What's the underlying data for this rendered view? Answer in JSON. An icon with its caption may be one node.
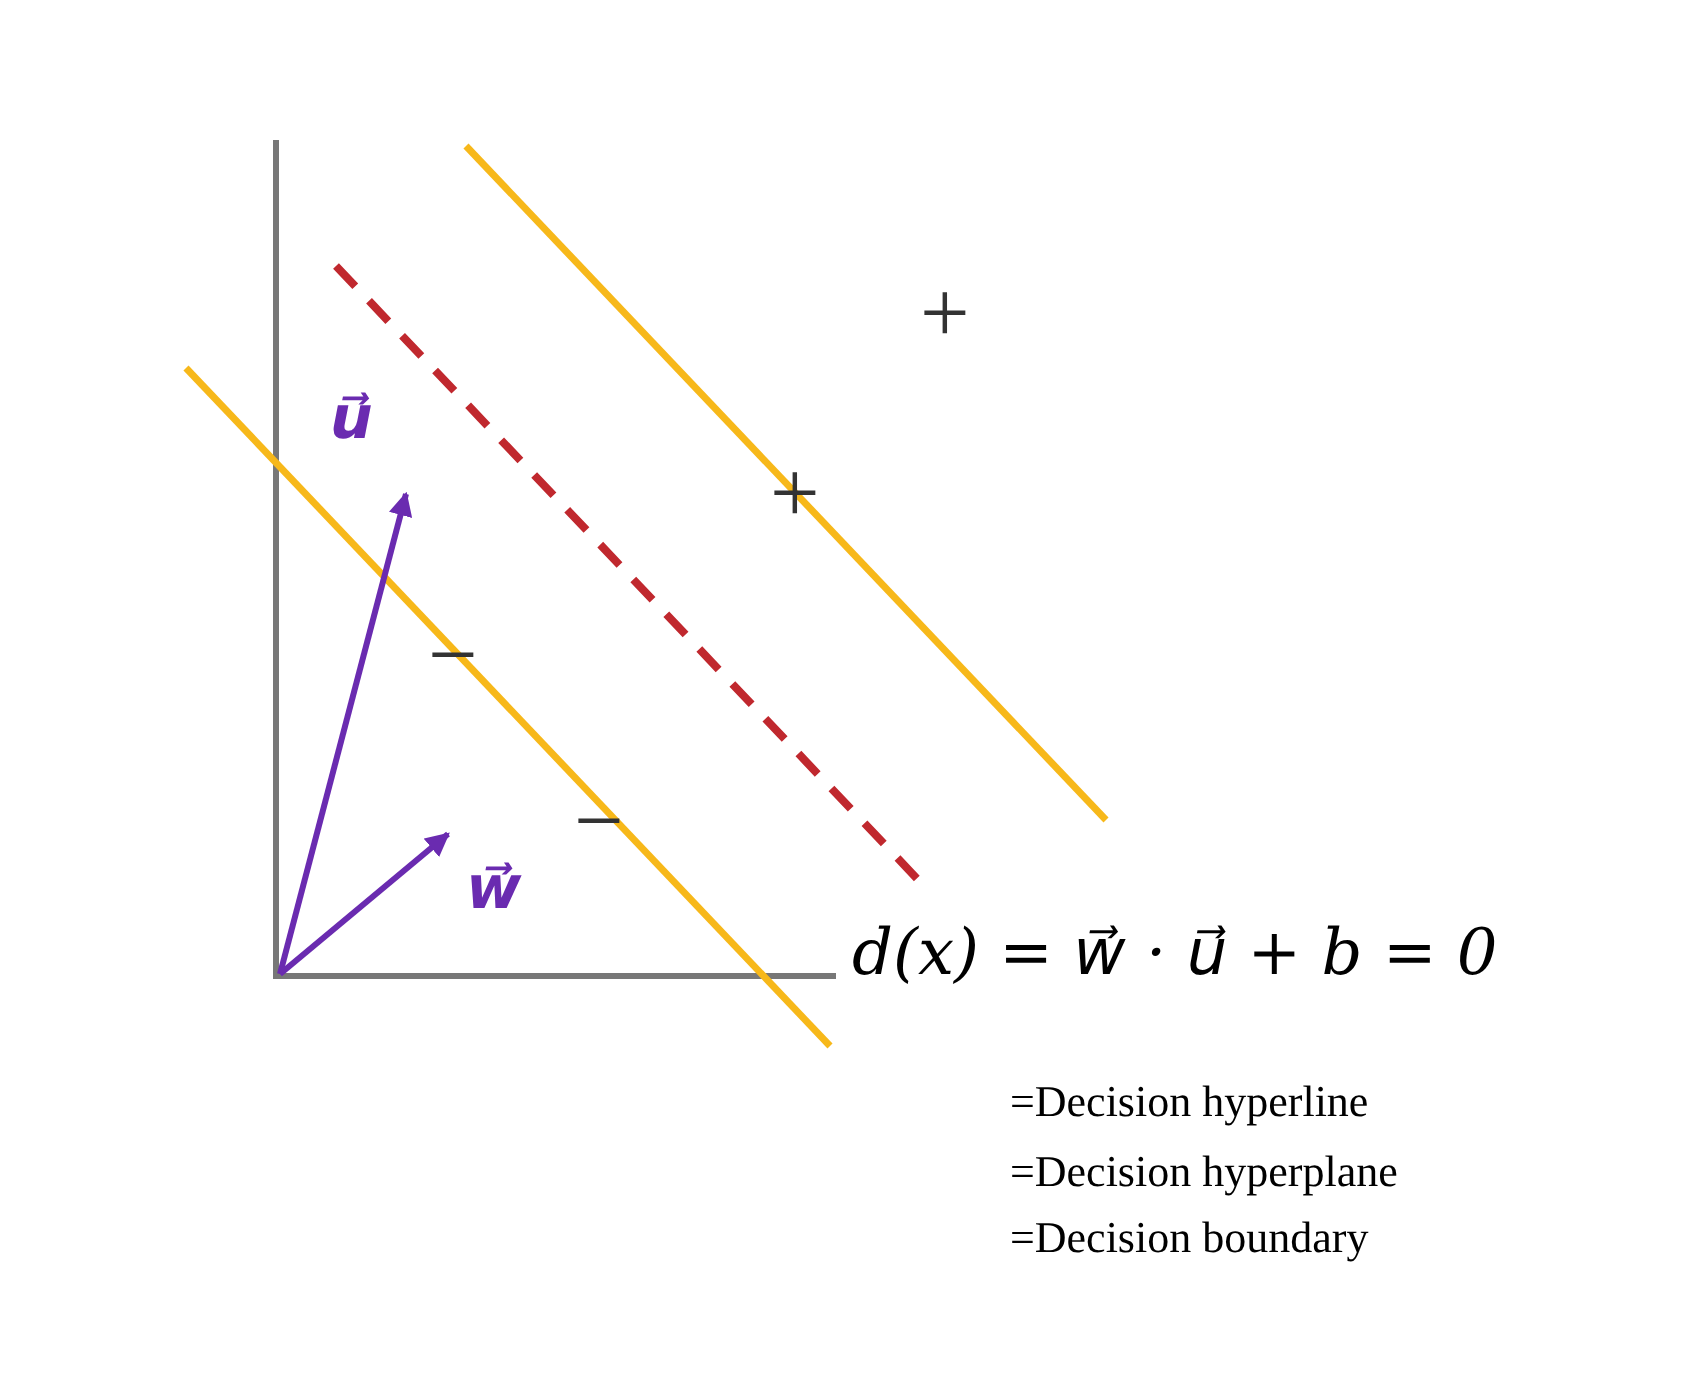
{
  "diagram": {
    "labels": [
      "+",
      "u⃗",
      "+",
      "−",
      "−",
      "w⃗",
      "d(x) = w⃗ · u⃗ + b = 0",
      "=Decision hyperline",
      "=Decision hyperplane",
      "=Decision boundary"
    ]
  }
}
